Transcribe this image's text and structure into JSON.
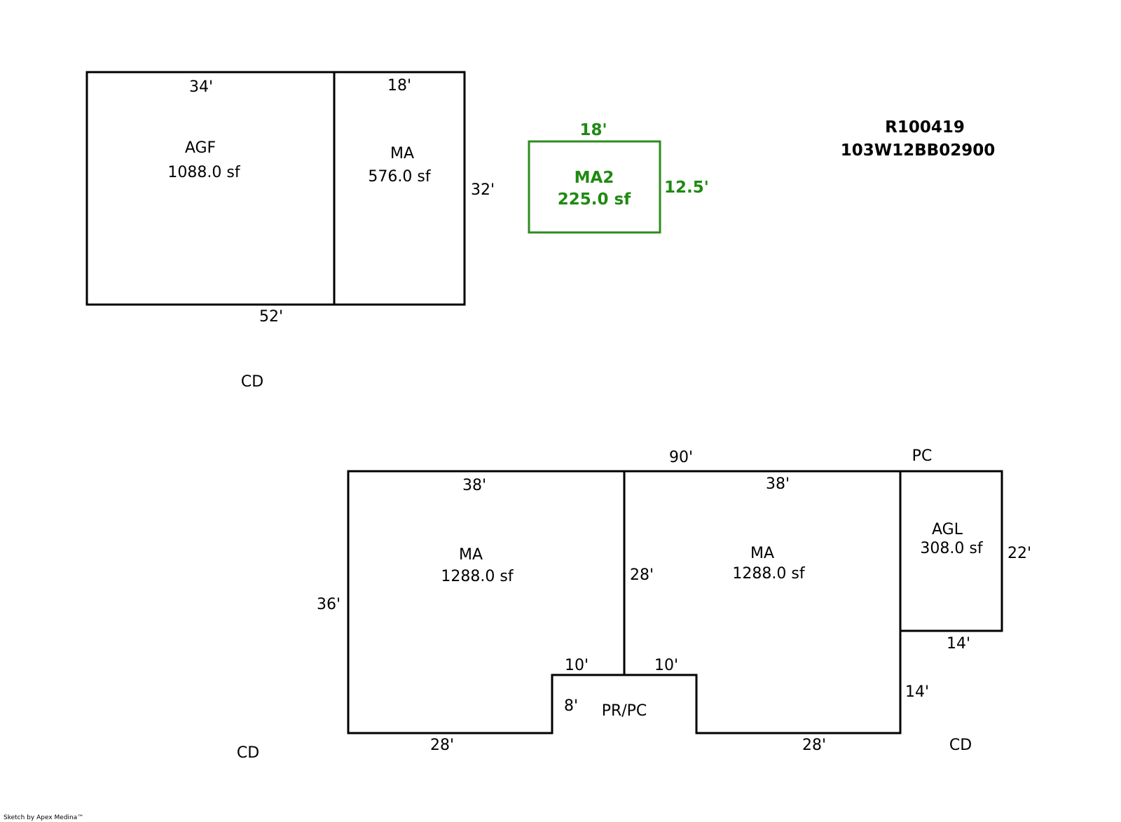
{
  "parcel": {
    "account": "R100419",
    "map_number": "103W12BB02900"
  },
  "top_building": {
    "agf": {
      "code": "AGF",
      "area": "1088.0 sf",
      "top_dim": "34'"
    },
    "ma": {
      "code": "MA",
      "area": "576.0 sf",
      "top_dim": "18'"
    },
    "right_dim": "32'",
    "bottom_dim": "52'",
    "below_label": "CD"
  },
  "ma2": {
    "code": "MA2",
    "area": "225.0 sf",
    "top_dim": "18'",
    "right_dim": "12.5'",
    "color": "#1f8a12"
  },
  "bottom_building": {
    "overall_top_dim": "90'",
    "corner_label_top": "PC",
    "left_dim": "36'",
    "ma_left": {
      "code": "MA",
      "area": "1288.0 sf",
      "top_dim": "38'",
      "bottom_dim": "28'",
      "notch_dim": "10'"
    },
    "ma_right": {
      "code": "MA",
      "area": "1288.0 sf",
      "top_dim": "38'",
      "bottom_dim": "28'",
      "notch_dim": "10'"
    },
    "divider_dim": "28'",
    "notch_height_dim": "8'",
    "notch_label": "PR/PC",
    "agl": {
      "code": "AGL",
      "area": "308.0 sf",
      "right_dim": "22'",
      "bottom_dim": "14'"
    },
    "right_lower_dim": "14'",
    "label_bottom_left": "CD",
    "label_bottom_right": "CD"
  },
  "credit": "Sketch by Apex Medina™"
}
